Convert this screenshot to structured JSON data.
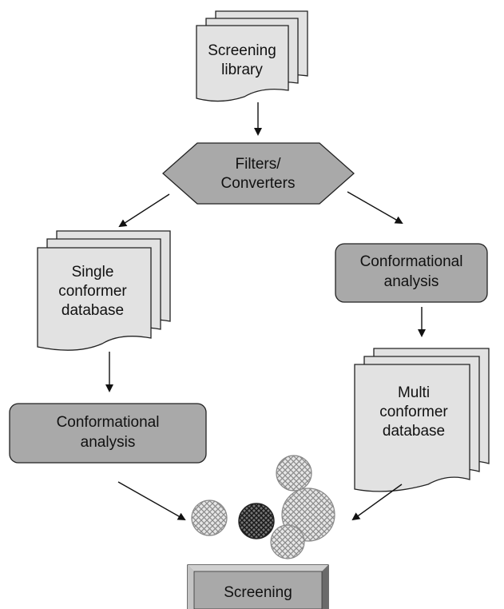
{
  "nodes": {
    "screening_library": {
      "line1": "Screening",
      "line2": "library"
    },
    "filters": {
      "line1": "Filters/",
      "line2": "Converters"
    },
    "single_db": {
      "line1": "Single",
      "line2": "conformer",
      "line3": "database"
    },
    "conf_analysis_right": {
      "line1": "Conformational",
      "line2": "analysis"
    },
    "conf_analysis_left": {
      "line1": "Conformational",
      "line2": "analysis"
    },
    "multi_db": {
      "line1": "Multi",
      "line2": "conformer",
      "line3": "database"
    },
    "screening": {
      "label": "Screening"
    }
  }
}
